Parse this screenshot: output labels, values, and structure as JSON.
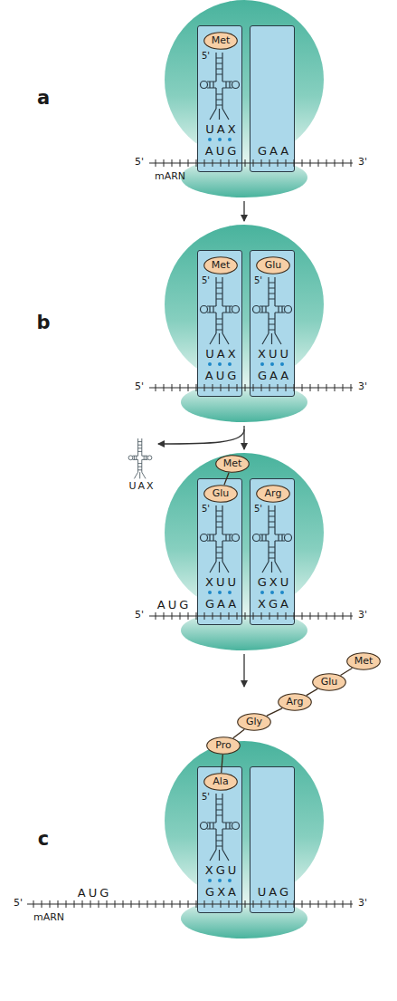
{
  "diagram": {
    "nodes": [
      {
        "text": [
          "5'",
          "UAX",
          "AUG"
        ]
      },
      {
        "text": [
          "Met"
        ],
        "in": 0
      },
      {
        "text": [
          "GAA"
        ]
      },
      {
        "text": [
          "5'",
          "UAX",
          "AUG"
        ]
      },
      {
        "text": [
          "Met"
        ],
        "in": 3
      },
      {
        "text": [
          "5'",
          "XUU",
          "GAA"
        ]
      },
      {
        "text": [
          "Glu"
        ],
        "in": 5
      },
      {
        "text": [
          "Met"
        ]
      },
      {
        "text": [
          "5'",
          "XUU",
          "GAA"
        ]
      },
      {
        "text": [
          "Glu"
        ],
        "in": 8
      },
      {
        "text": [
          "5'",
          "GXU",
          "XGA"
        ]
      },
      {
        "text": [
          "Arg"
        ],
        "in": 10
      },
      {
        "text": [
          "Met"
        ]
      },
      {
        "text": [
          "Glu"
        ]
      },
      {
        "text": [
          "Arg"
        ]
      },
      {
        "text": [
          "Gly"
        ]
      },
      {
        "text": [
          "Pro"
        ]
      },
      {
        "text": [
          "5'",
          "XGU",
          "GXA"
        ]
      },
      {
        "text": [
          "Ala"
        ],
        "in": 17
      },
      {
        "text": [
          "UAG"
        ]
      }
    ],
    "edges": [
      {
        "from": 7,
        "to": 9,
        "arrow": "none"
      },
      {
        "from": 12,
        "to": 13,
        "arrow": "none"
      },
      {
        "from": 13,
        "to": 14,
        "arrow": "none"
      },
      {
        "from": 14,
        "to": 15,
        "arrow": "none"
      },
      {
        "from": 15,
        "to": 16,
        "arrow": "none"
      },
      {
        "from": 16,
        "to": 18,
        "arrow": "none"
      }
    ],
    "labels": [
      "a",
      "5'",
      "3'",
      "mARN",
      "b",
      "5'",
      "3'",
      "UAX",
      "AUG",
      "5'",
      "3'",
      "c",
      "AUG",
      "5'",
      "mARN",
      "3'"
    ]
  }
}
